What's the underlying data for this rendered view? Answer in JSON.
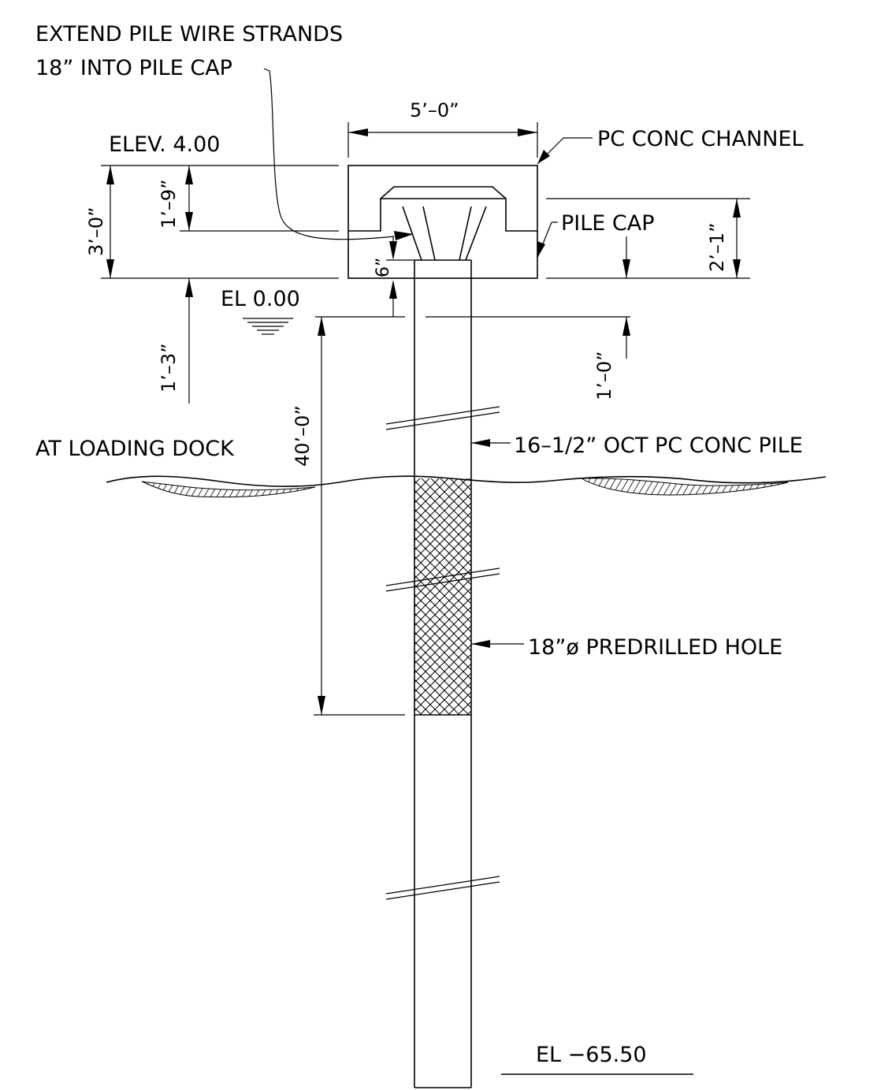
{
  "notes": {
    "strands_line1": "EXTEND PILE WIRE STRANDS",
    "strands_line2": "18” INTO PILE CAP",
    "channel": "PC CONC CHANNEL",
    "pile_cap": "PILE CAP",
    "pile": "16–1/2” OCT PC CONC PILE",
    "hole": "18”ø PREDRILLED HOLE",
    "dock": "AT LOADING DOCK"
  },
  "elevations": {
    "top": "ELEV. 4.00",
    "water": "EL 0.00",
    "tip": "EL −65.50"
  },
  "dimensions": {
    "cap_width": "5’–0”",
    "cap_height": "3’–0”",
    "upper_depth": "1’–9”",
    "lower_depth": "1’–3”",
    "embed": "6”",
    "right_depth": "2’–1”",
    "offset": "1’–0”",
    "hole_depth": "40’–0”"
  }
}
